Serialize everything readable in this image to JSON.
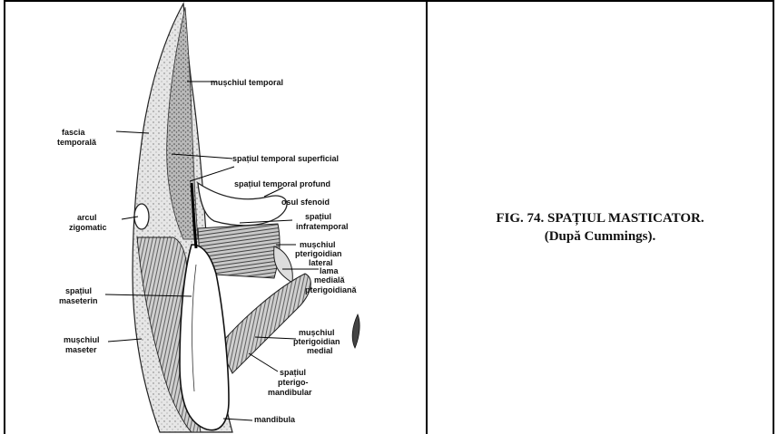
{
  "figure": {
    "caption_line1": "FIG. 74. SPAȚIUL MASTICATOR.",
    "caption_line2": "(După Cummings)."
  },
  "labels": {
    "muschiul_temporal": "mușchiul temporal",
    "fascia_temporala_1": "fascia",
    "fascia_temporala_2": "temporală",
    "spatiul_temporal_superficial": "spațiul temporal superficial",
    "spatiul_temporal_profund": "spațiul temporal profund",
    "osul_sfenoid": "osul sfenoid",
    "arcul_zigomatic_1": "arcul",
    "arcul_zigomatic_2": "zigomatic",
    "spatiul_infratemporal_1": "spațiul",
    "spatiul_infratemporal_2": "infratemporal",
    "muschiul_pterigoidian_lateral_1": "mușchiul",
    "muschiul_pterigoidian_lateral_2": "pterigoidian",
    "muschiul_pterigoidian_lateral_3": "lateral",
    "lama_medial_1": "lama",
    "lama_medial_2": "medială",
    "lama_medial_3": "pterigoidiană",
    "spatiul_maseterin_1": "spațiul",
    "spatiul_maseterin_2": "maseterin",
    "muschiul_maseter_1": "mușchiul",
    "muschiul_maseter_2": "maseter",
    "muschiul_pterigoidian_medial_1": "mușchiul",
    "muschiul_pterigoidian_medial_2": "pterigoidian",
    "muschiul_pterigoidian_medial_3": "medial",
    "spatiul_pterigomandibular_1": "spațiul",
    "spatiul_pterigomandibular_2": "pterigo-",
    "spatiul_pterigomandibular_3": "mandibular",
    "mandibula": "mandibula"
  }
}
